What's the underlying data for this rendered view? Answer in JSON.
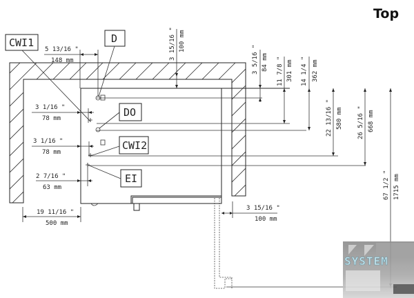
{
  "title": "Top",
  "tags": {
    "cwi1": "CWI1",
    "d": "D",
    "do": "DO",
    "cwi2": "CWI2",
    "ei": "EI"
  },
  "dimensions": {
    "top_left_offset": {
      "imperial": "5 13/16 \"",
      "metric": "148 mm"
    },
    "wall_clearance_top": {
      "imperial": "3 15/16 \"",
      "metric": "100 mm"
    },
    "d_height": {
      "imperial": "3 5/16 \"",
      "metric": "84 mm"
    },
    "do_height": {
      "imperial": "11 7/8 \"",
      "metric": "301 mm"
    },
    "do_height_2": {
      "imperial": "14 1/4 \"",
      "metric": "362 mm"
    },
    "cwi2_height": {
      "imperial": "22 13/16 \"",
      "metric": "580 mm"
    },
    "ei_height": {
      "imperial": "26 5/16 \"",
      "metric": "668 mm"
    },
    "total_height": {
      "imperial": "67 1/2 \"",
      "metric": "1715 mm"
    },
    "cwi1_side": {
      "imperial": "3 1/16 \"",
      "metric": "78 mm"
    },
    "cwi2_side": {
      "imperial": "3 1/16 \"",
      "metric": "78 mm"
    },
    "ei_side": {
      "imperial": "2 7/16 \"",
      "metric": "63 mm"
    },
    "depth": {
      "imperial": "19 11/16 \"",
      "metric": "500 mm"
    },
    "wall_clearance_right": {
      "imperial": "3 15/16 \"",
      "metric": "100 mm"
    }
  },
  "watermark": {
    "text": "SYSTEM"
  }
}
